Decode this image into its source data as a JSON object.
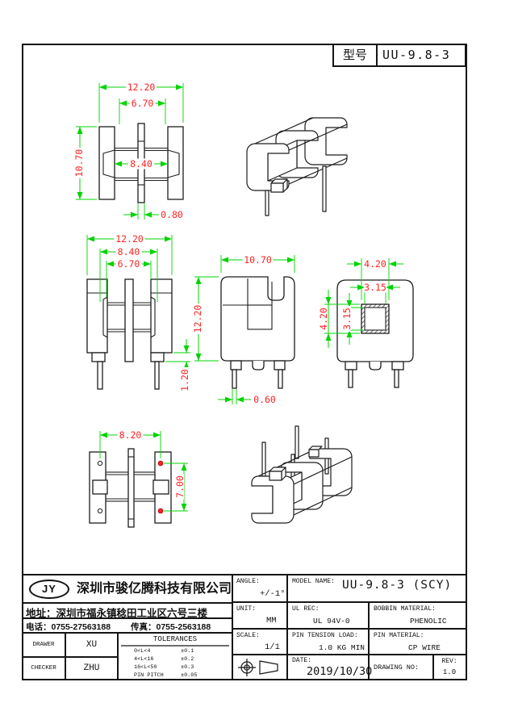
{
  "model_box": {
    "label": "型号",
    "value": "UU-9.8-3"
  },
  "dims": {
    "top": {
      "overall_width": "12.20",
      "tube_span": "6.70",
      "overall_height": "10.70",
      "window_width": "8.40",
      "plate_thickness": "0.80"
    },
    "front": {
      "overall_width": "12.20",
      "flange_span": "8.40",
      "window_span": "6.70",
      "pin_step": "1.20"
    },
    "side": {
      "overall_width": "10.70",
      "overall_height": "12.20",
      "pin_dia": "0.60"
    },
    "end": {
      "core_outer_w": "4.20",
      "core_inner_w": "3.15",
      "core_outer_h": "4.20",
      "core_inner_h": "3.15"
    },
    "bottom": {
      "pin_pitch_x": "8.20",
      "pin_pitch_y": "7.00"
    }
  },
  "title_block": {
    "logo_text": "JY",
    "company_name": "深圳市骏亿腾科技有限公司",
    "address_label": "地址：",
    "address_value": "深圳市福永镇稔田工业区六号三楼",
    "phone_label": "电话：",
    "phone_value": "0755-27563188",
    "fax_label": "传真：",
    "fax_value": "0755-2563188",
    "drawer_label": "DRAWER",
    "drawer_value": "XU",
    "checker_label": "CHECKER",
    "checker_value": "ZHU",
    "tolerances_title": "TOLERANCES",
    "tolerances": [
      {
        "range": "0<L<4",
        "value": "±0.1"
      },
      {
        "range": "4<L<16",
        "value": "±0.2"
      },
      {
        "range": "16<L<50",
        "value": "±0.3"
      },
      {
        "range": "PIN PITCH",
        "value": "±0.05"
      }
    ],
    "angle_label": "ANGLE:",
    "angle_value": "+/-1°",
    "unit_label": "UNIT:",
    "unit_value": "MM",
    "scale_label": "SCALE:",
    "scale_value": "1/1",
    "model_name_label": "MODEL NAME:",
    "model_name_value": "UU-9.8-3 (SCY)",
    "ul_label": "UL REC:",
    "ul_value": "UL 94V-0",
    "bobbin_label": "BOBBIN MATERIAL:",
    "bobbin_value": "PHENOLIC",
    "tension_label": "PIN TENSION LOAD:",
    "tension_value": "1.0 KG MIN",
    "pin_mat_label": "PIN MATERIAL:",
    "pin_mat_value": "CP WIRE",
    "date_label": "DATE:",
    "date_value": "2019/10/30",
    "drawing_no_label": "DRAWING NO:",
    "rev_label": "REV:",
    "rev_value": "1.0"
  },
  "colors": {
    "dimension_line": "#00d400",
    "dimension_text": "#ff2222",
    "outline": "#1c1c1c"
  }
}
